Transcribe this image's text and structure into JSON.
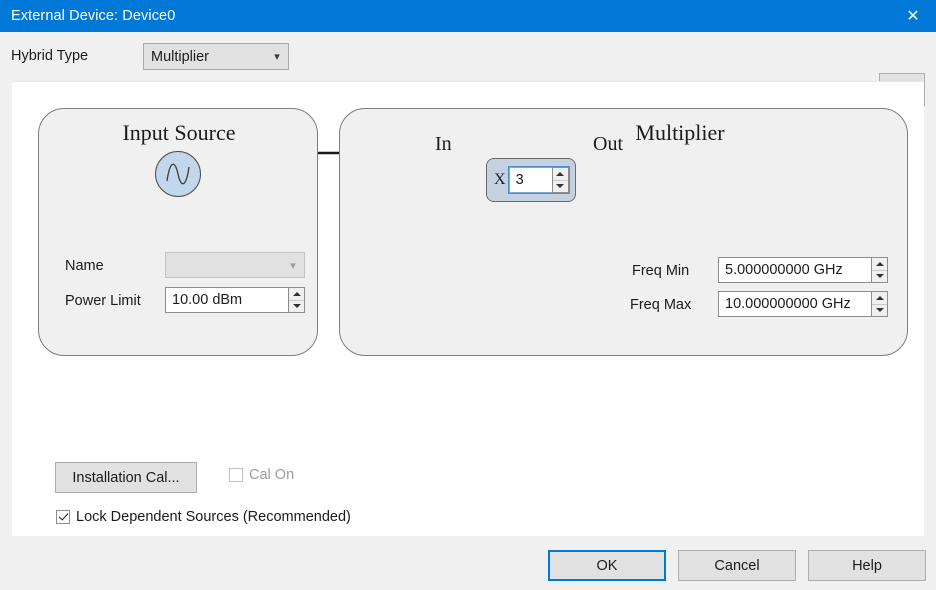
{
  "titlebar": {
    "title": "External Device: Device0",
    "close_glyph": "✕",
    "accent_color": "#0078d7"
  },
  "toolbar": {
    "hybrid_type_label": "Hybrid Type",
    "hybrid_type_value": "Multiplier",
    "hybrid_type_options": [
      "Multiplier"
    ],
    "brightness_button_name": "sun-icon"
  },
  "input_source_panel": {
    "title": "Input Source",
    "source_icon": "sine-wave-source-icon",
    "name_label": "Name",
    "name_value": "",
    "power_limit_label": "Power Limit",
    "power_limit_value": "10.00 dBm"
  },
  "multiplier_panel": {
    "title": "Multiplier",
    "in_label": "In",
    "out_label": "Out",
    "multiply_symbol": "X",
    "multiplier_value": "3",
    "freq_min_label": "Freq Min",
    "freq_min_value": "5.000000000 GHz",
    "freq_max_label": "Freq Max",
    "freq_max_value": "10.000000000 GHz"
  },
  "options": {
    "installation_cal_label": "Installation Cal...",
    "cal_on_label": "Cal On",
    "cal_on_checked": false,
    "lock_sources_label": "Lock Dependent Sources (Recommended)",
    "lock_sources_checked": true
  },
  "footer": {
    "ok_label": "OK",
    "cancel_label": "Cancel",
    "help_label": "Help",
    "default_button_color": "#0078d7"
  }
}
